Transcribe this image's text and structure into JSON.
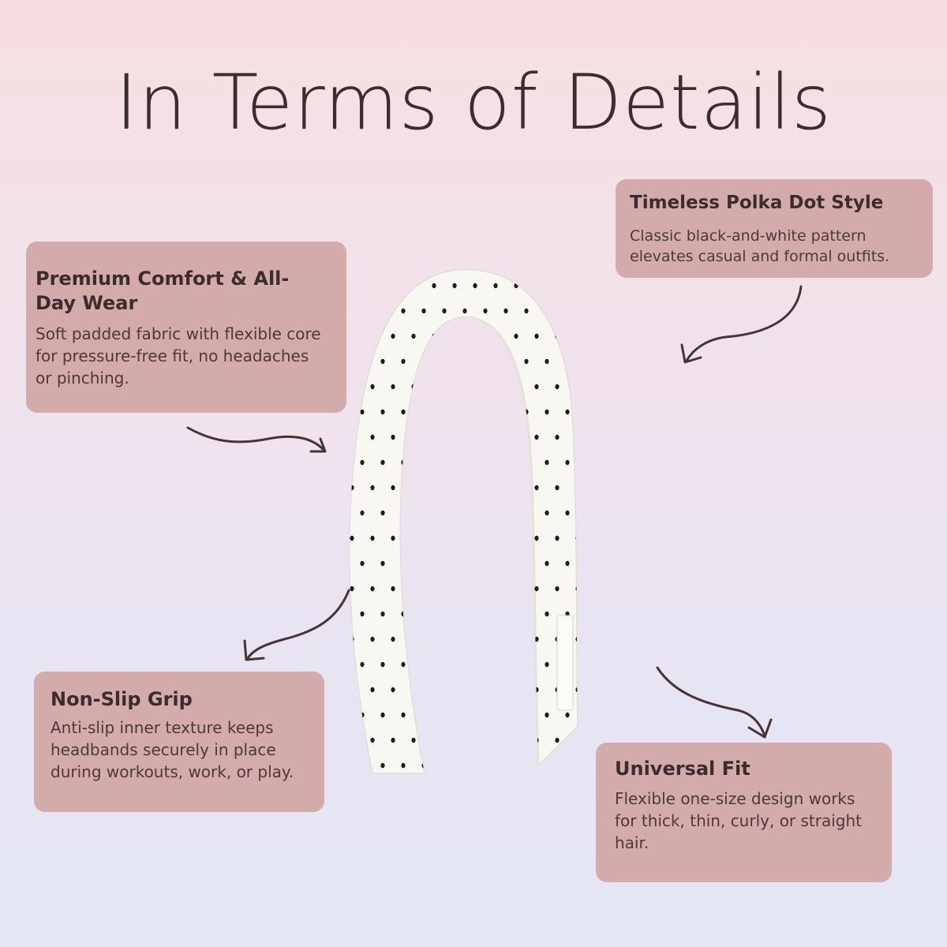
{
  "title": "In Terms of Details",
  "features": {
    "comfort": {
      "heading": "Premium Comfort & All-Day Wear",
      "body": "Soft padded fabric with flexible core for pressure-free fit, no headaches or pinching."
    },
    "polka": {
      "heading": "Timeless Polka Dot Style",
      "body": "Classic black-and-white pattern elevates casual and formal outfits."
    },
    "grip": {
      "heading": "Non-Slip Grip",
      "body": "Anti-slip inner texture keeps headbands securely in place during workouts, work, or play."
    },
    "fit": {
      "heading": "Universal Fit",
      "body": "Flexible one-size design works for thick, thin, curly, or straight hair."
    }
  },
  "colors": {
    "card_bg": "#d2abaa",
    "text": "#3b2c2e",
    "arrow": "#4a3335",
    "headband": "#f8f7f1",
    "dots": "#1f1b1b"
  },
  "icons": [
    "curved-arrow-icon"
  ]
}
